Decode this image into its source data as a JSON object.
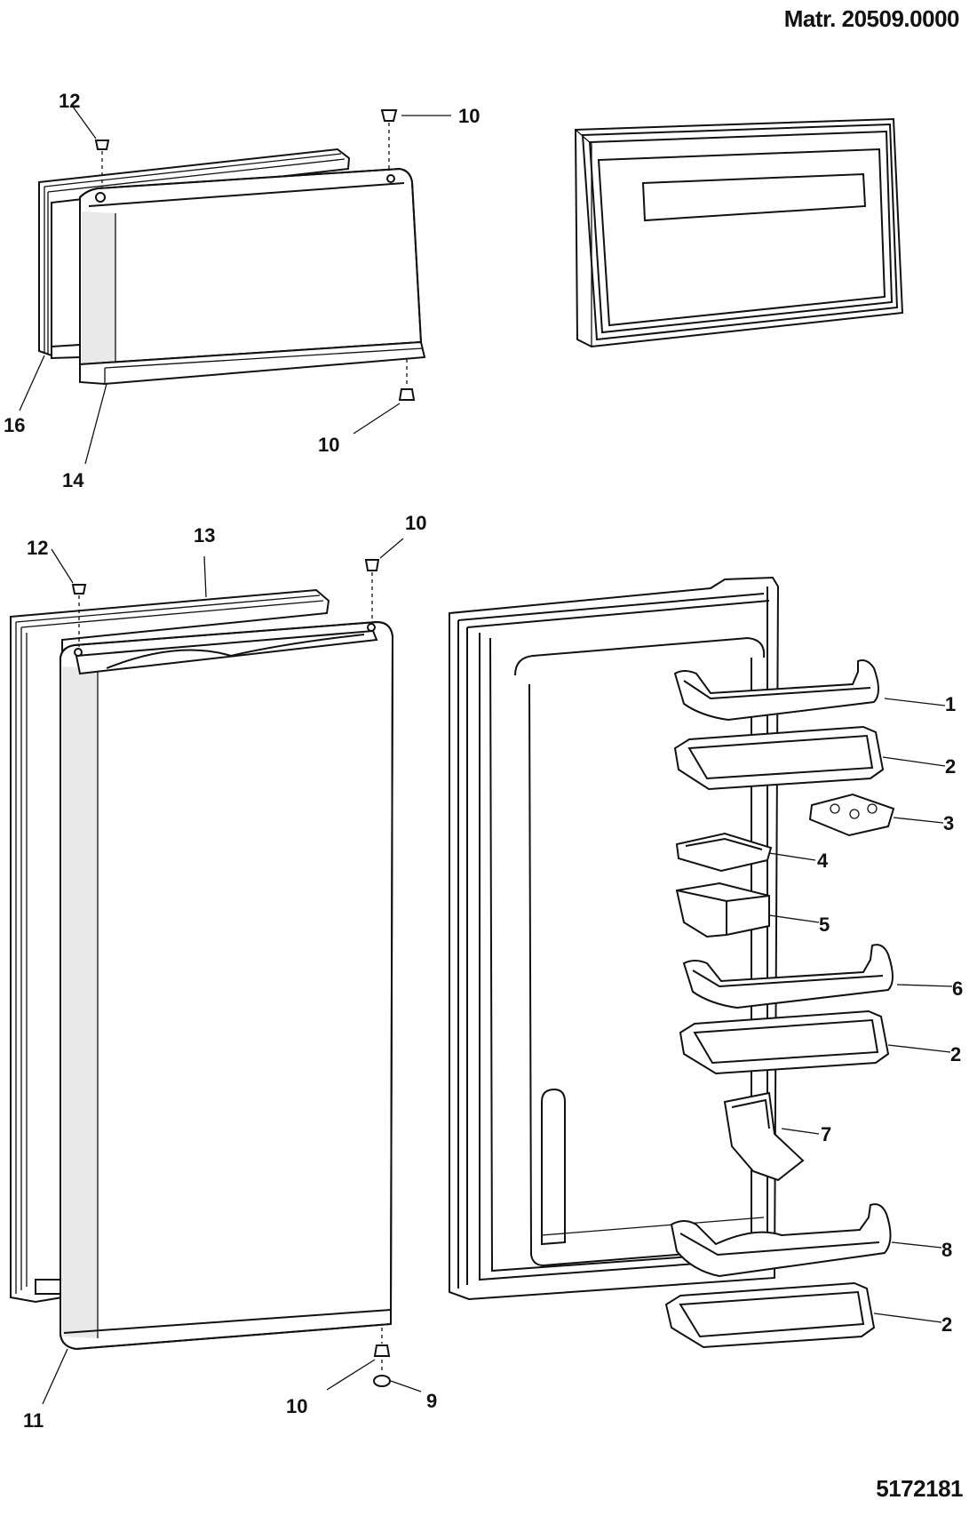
{
  "header": {
    "matr": "Matr. 20509.0000"
  },
  "footer": {
    "code": "5172181"
  },
  "callouts": {
    "top_left": {
      "c12": "12",
      "c10_top": "10",
      "c16": "16",
      "c14": "14",
      "c10_bottom": "10"
    },
    "bottom_left": {
      "c12": "12",
      "c13": "13",
      "c10_top": "10",
      "c11": "11",
      "c10_bottom": "10",
      "c9": "9"
    },
    "bottom_right": {
      "c1": "1",
      "c2a": "2",
      "c3": "3",
      "c4": "4",
      "c5": "5",
      "c6": "6",
      "c2b": "2",
      "c7": "7",
      "c8": "8",
      "c2c": "2"
    }
  }
}
